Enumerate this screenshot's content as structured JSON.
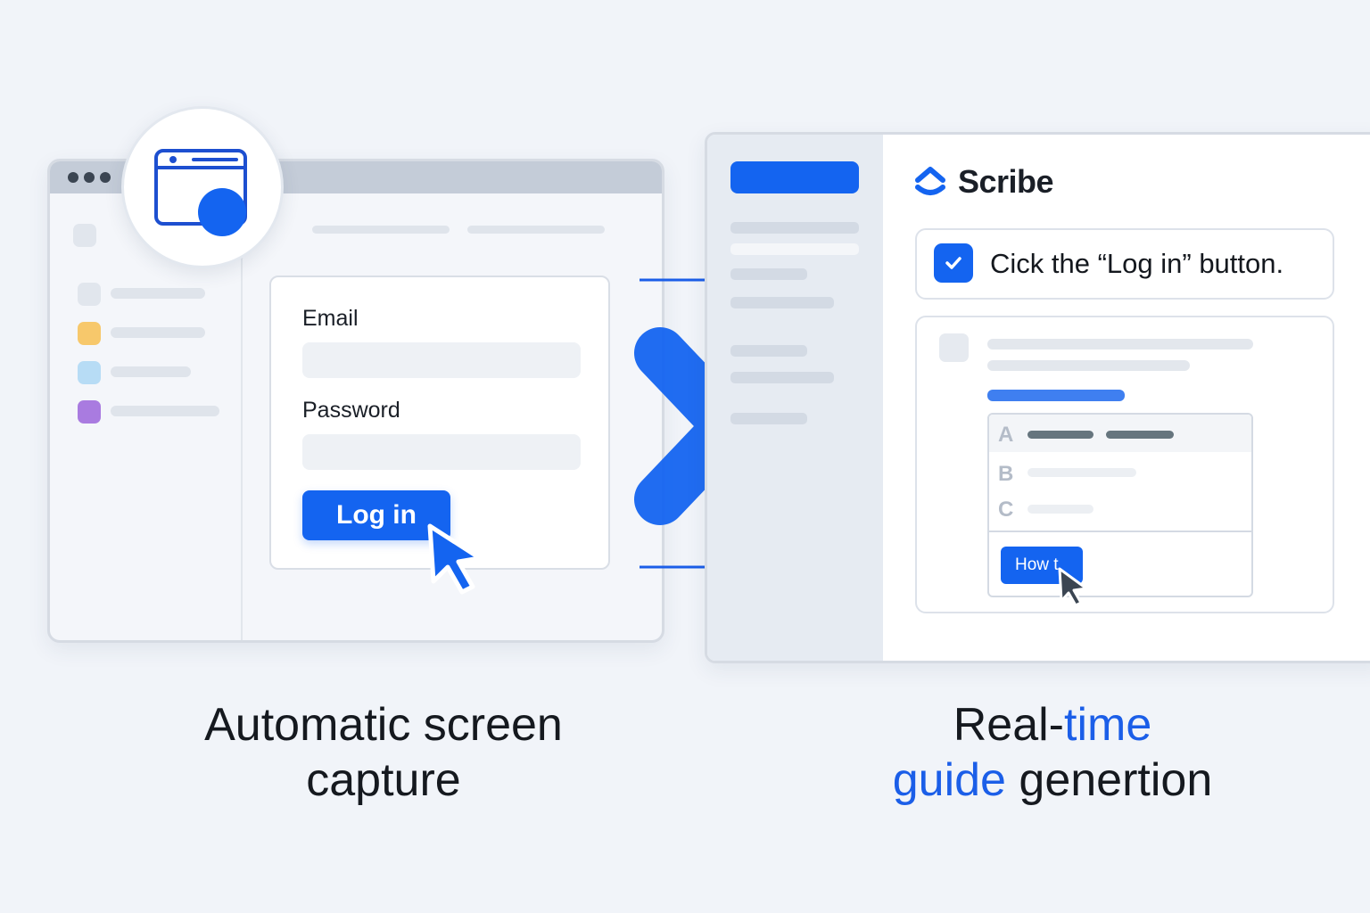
{
  "login_form": {
    "email_label": "Email",
    "password_label": "Password",
    "login_button": "Log in"
  },
  "scribe": {
    "brand": "Scribe",
    "step_text": "Cick the “Log in” button.",
    "options": [
      "A",
      "B",
      "C"
    ],
    "how_button": "How t"
  },
  "captions": {
    "left_line1": "Automatic screen",
    "left_line2": "capture",
    "right_line1_a": "Real-",
    "right_line1_b": "time",
    "right_line2_a": "guide",
    "right_line2_b": " genertion"
  },
  "icons": {
    "capture": "screen-capture-icon",
    "cursor": "cursor-pointer-icon",
    "arrow": "right-arrow-icon",
    "chevron": "chevron-right-icon",
    "check": "checkmark-icon",
    "brand": "scribe-logo-icon"
  },
  "colors": {
    "accent": "#1464f0",
    "background": "#f1f4f9",
    "yellow": "#f7c86b",
    "light_blue": "#b7dcf5",
    "purple": "#a97be0"
  }
}
